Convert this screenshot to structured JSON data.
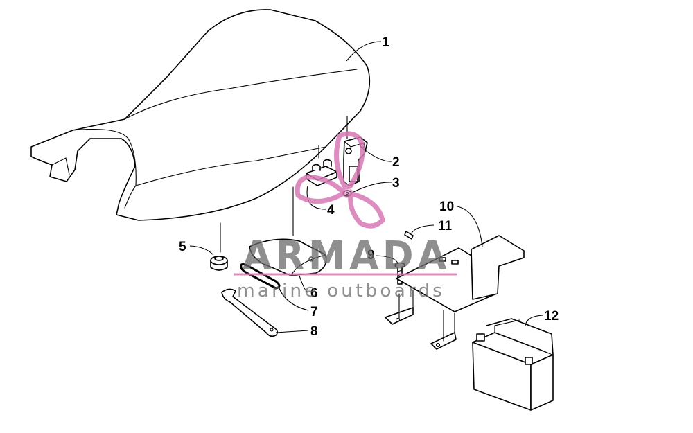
{
  "callouts": [
    "1",
    "2",
    "3",
    "4",
    "5",
    "6",
    "7",
    "8",
    "9",
    "10",
    "11",
    "12"
  ],
  "watermark": {
    "brand": "ARMADA",
    "tagline": "marine outboards",
    "brand_color": "#5a5a5a",
    "accent_color": "#d678b4"
  }
}
